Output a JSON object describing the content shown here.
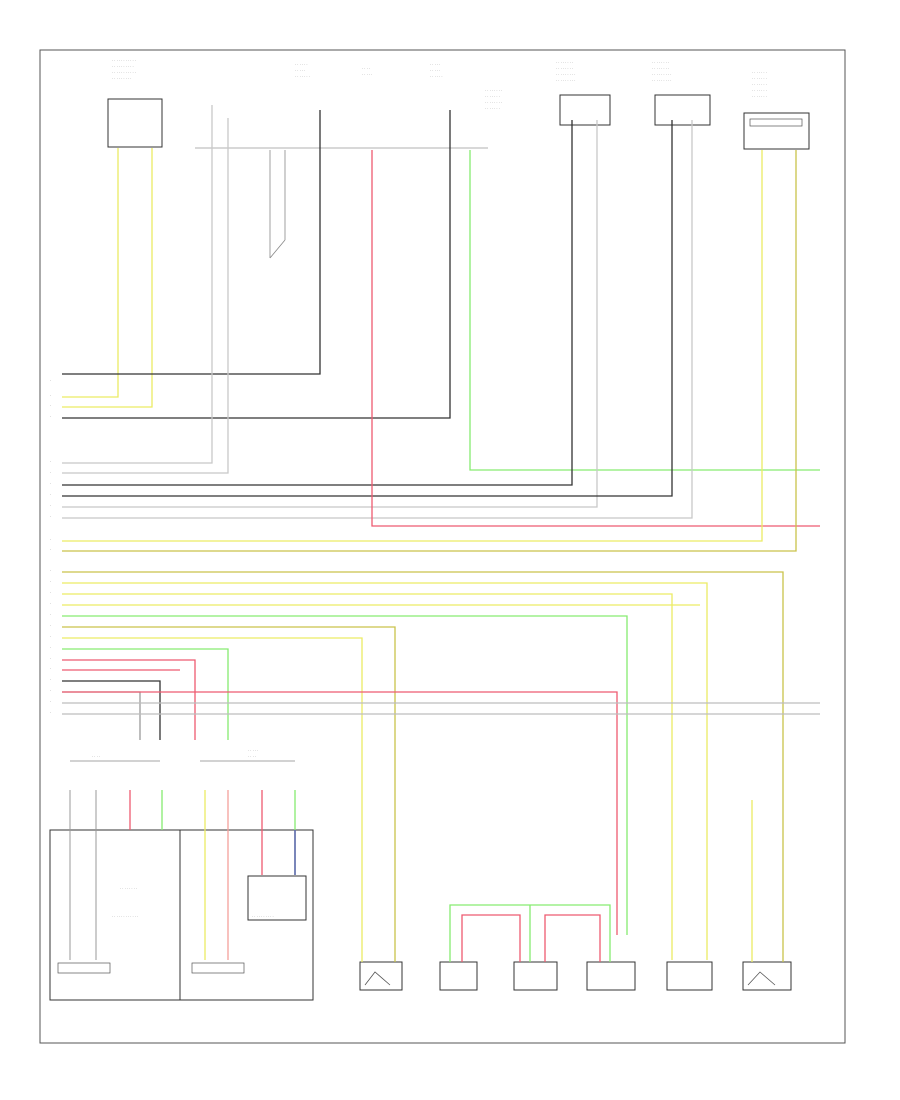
{
  "diagram": {
    "figure_id": "",
    "colors": {
      "yellow": "#ecec64",
      "yellow_black": "#c9c24a",
      "green": "#86ec70",
      "red": "#ee5b70",
      "pink": "#f3a09c",
      "black": "#222222",
      "gray": "#9a9a9a",
      "lightgray": "#c8c8c8",
      "blue": "#5a5fb0",
      "white": "#ffffff"
    },
    "top_components": [
      {
        "id": "c1",
        "label": ""
      },
      {
        "id": "c2",
        "label": ""
      },
      {
        "id": "c3",
        "label": ""
      },
      {
        "id": "c4",
        "label": ""
      },
      {
        "id": "c5",
        "label": ""
      },
      {
        "id": "c6",
        "label": ""
      },
      {
        "id": "c7",
        "label": ""
      }
    ],
    "bottom_components": [
      {
        "id": "b1",
        "label": ""
      },
      {
        "id": "b2",
        "label": ""
      },
      {
        "id": "b3",
        "label": ""
      },
      {
        "id": "b4",
        "label": ""
      },
      {
        "id": "b5",
        "label": ""
      },
      {
        "id": "b6",
        "label": ""
      },
      {
        "id": "b7",
        "label": ""
      },
      {
        "id": "b8",
        "label": ""
      }
    ]
  }
}
